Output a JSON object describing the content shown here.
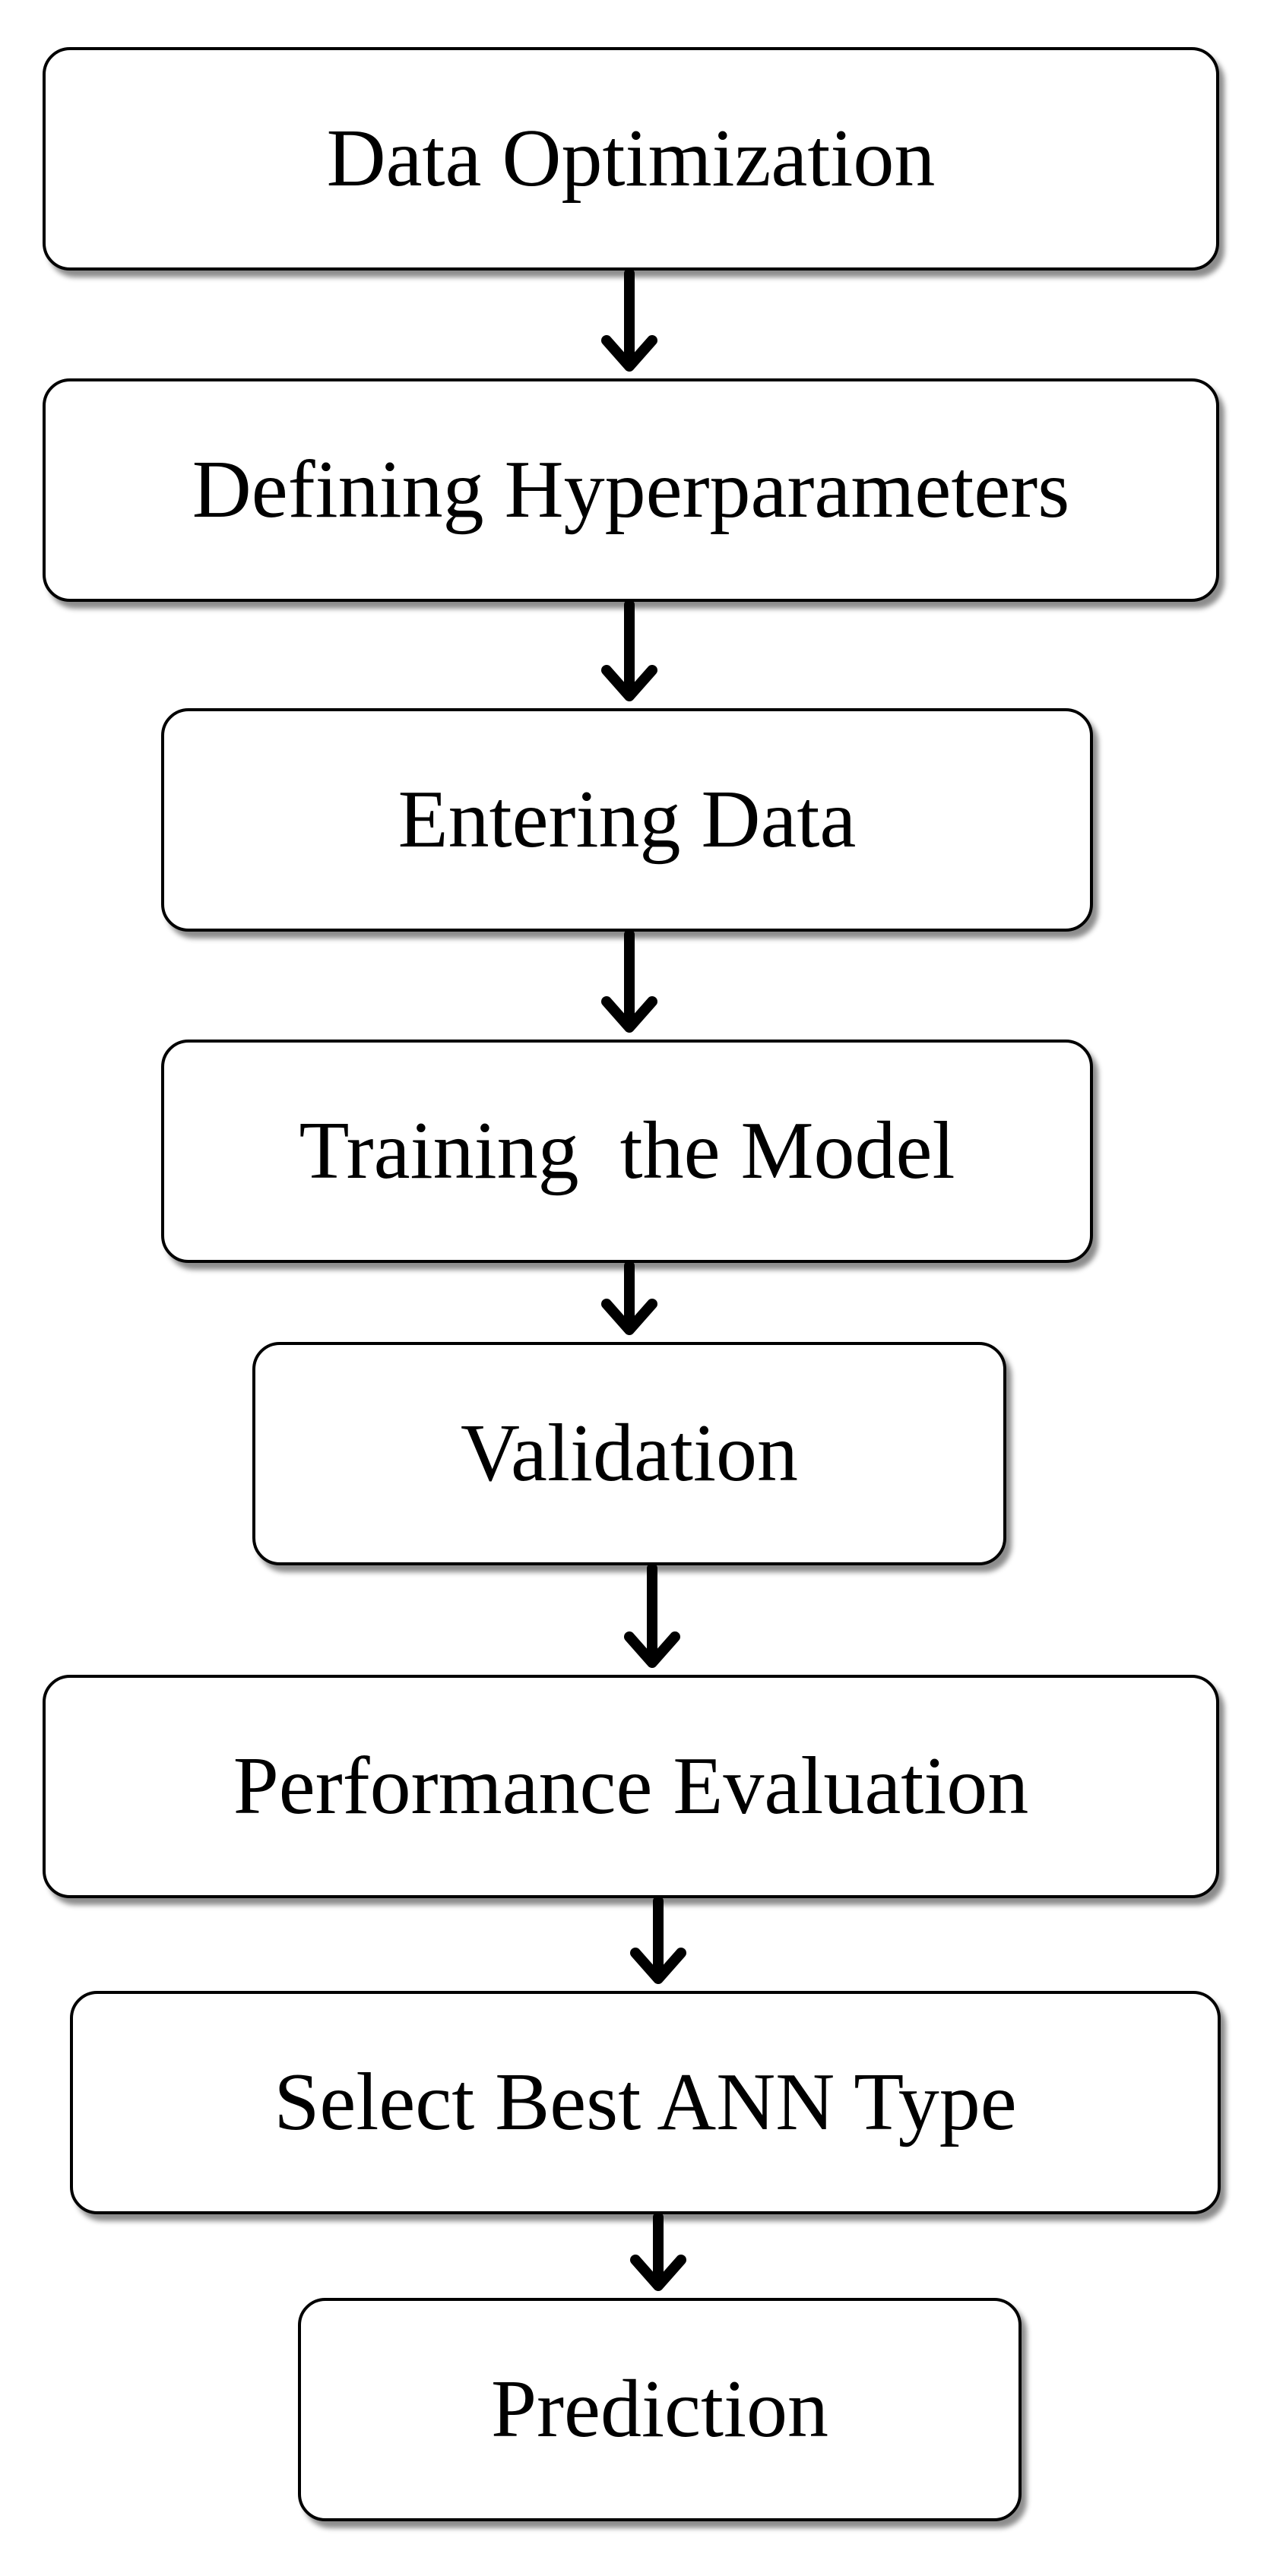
{
  "steps": [
    {
      "label": "Data Optimization"
    },
    {
      "label": "Defining Hyperparameters"
    },
    {
      "label": "Entering Data"
    },
    {
      "label": "Training  the Model"
    },
    {
      "label": "Validation"
    },
    {
      "label": "Performance Evaluation"
    },
    {
      "label": "Select Best ANN Type"
    },
    {
      "label": "Prediction"
    }
  ]
}
